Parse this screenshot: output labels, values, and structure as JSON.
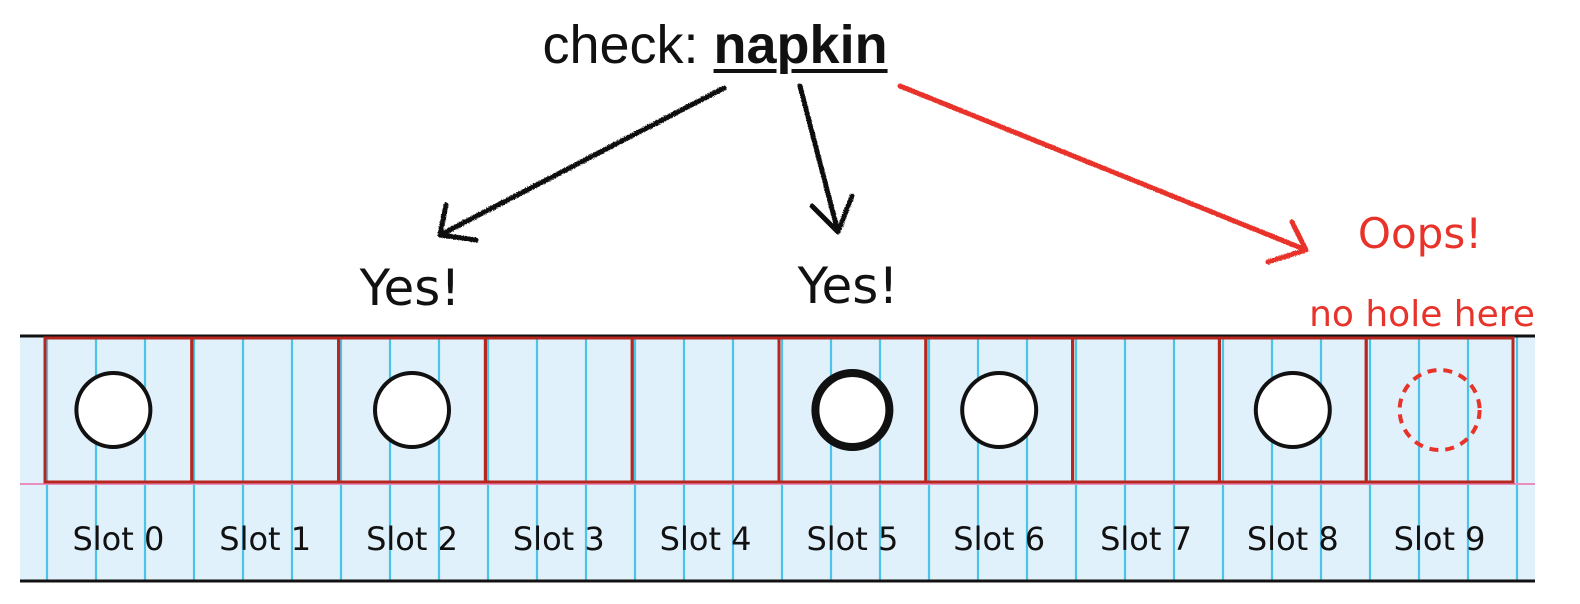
{
  "title": {
    "prefix": "check:",
    "word": "napkin"
  },
  "results": [
    {
      "label": "Yes!",
      "slot": 2,
      "color": "#111111"
    },
    {
      "label": "Yes!",
      "slot": 5,
      "color": "#111111"
    },
    {
      "label": "Oops!",
      "sublabel": "no hole here",
      "slot": 9,
      "color": "#e8332a"
    }
  ],
  "slots": [
    {
      "label": "Slot 0",
      "hole": true,
      "checked": false
    },
    {
      "label": "Slot 1",
      "hole": false,
      "checked": false
    },
    {
      "label": "Slot 2",
      "hole": true,
      "checked": true
    },
    {
      "label": "Slot 3",
      "hole": false,
      "checked": false
    },
    {
      "label": "Slot 4",
      "hole": false,
      "checked": false
    },
    {
      "label": "Slot 5",
      "hole": true,
      "checked": true,
      "bold": true
    },
    {
      "label": "Slot 6",
      "hole": true,
      "checked": false
    },
    {
      "label": "Slot 7",
      "hole": false,
      "checked": false
    },
    {
      "label": "Slot 8",
      "hole": true,
      "checked": false
    },
    {
      "label": "Slot 9",
      "hole": false,
      "checked": true,
      "missing": true
    }
  ],
  "colors": {
    "paper": "#e0f1fb",
    "ruled_line": "#4cc3e8",
    "margin_line": "#e88fc0",
    "slot_border": "#b5271f",
    "ink": "#111111",
    "accent": "#e8332a"
  }
}
